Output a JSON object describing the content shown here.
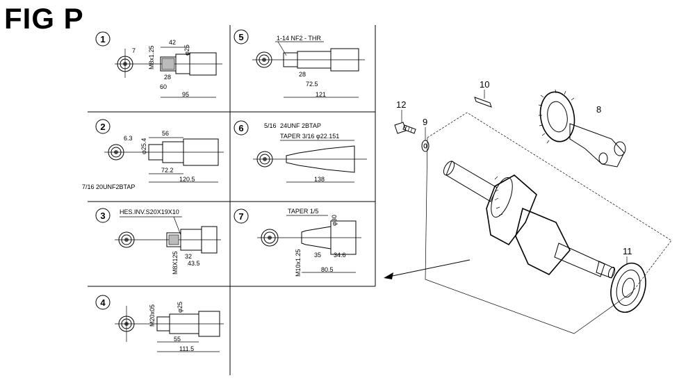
{
  "figure": {
    "title": "FIG P"
  },
  "panels": [
    {
      "number": "1",
      "labels": [
        "7",
        "M8x1.25",
        "42",
        "φ25",
        "28",
        "60",
        "95"
      ]
    },
    {
      "number": "2",
      "labels": [
        "6.3",
        "φ25.4",
        "56",
        "72.2",
        "120.5",
        "7/16 20UNF2BTAP"
      ]
    },
    {
      "number": "3",
      "labels": [
        "HES.INV.S20X19X10",
        "M8X125",
        "32",
        "43.5"
      ]
    },
    {
      "number": "4",
      "labels": [
        "M20x05",
        "φ25",
        "55",
        "111.5"
      ]
    },
    {
      "number": "5",
      "labels": [
        "1-14 NF2 - THR",
        "28",
        "72.5",
        "121"
      ]
    },
    {
      "number": "6",
      "labels": [
        "5/16",
        "24UNF 2BTAP",
        "TAPER 3/16 φ22.151",
        "138"
      ]
    },
    {
      "number": "7",
      "labels": [
        "TAPER 1/5",
        "φ30",
        "35",
        "34.6",
        "80.5",
        "M10x1.25"
      ]
    }
  ],
  "callouts": [
    {
      "id": "8",
      "label": "8"
    },
    {
      "id": "9",
      "label": "9"
    },
    {
      "id": "10",
      "label": "10"
    },
    {
      "id": "11",
      "label": "11"
    },
    {
      "id": "12",
      "label": "12"
    }
  ]
}
